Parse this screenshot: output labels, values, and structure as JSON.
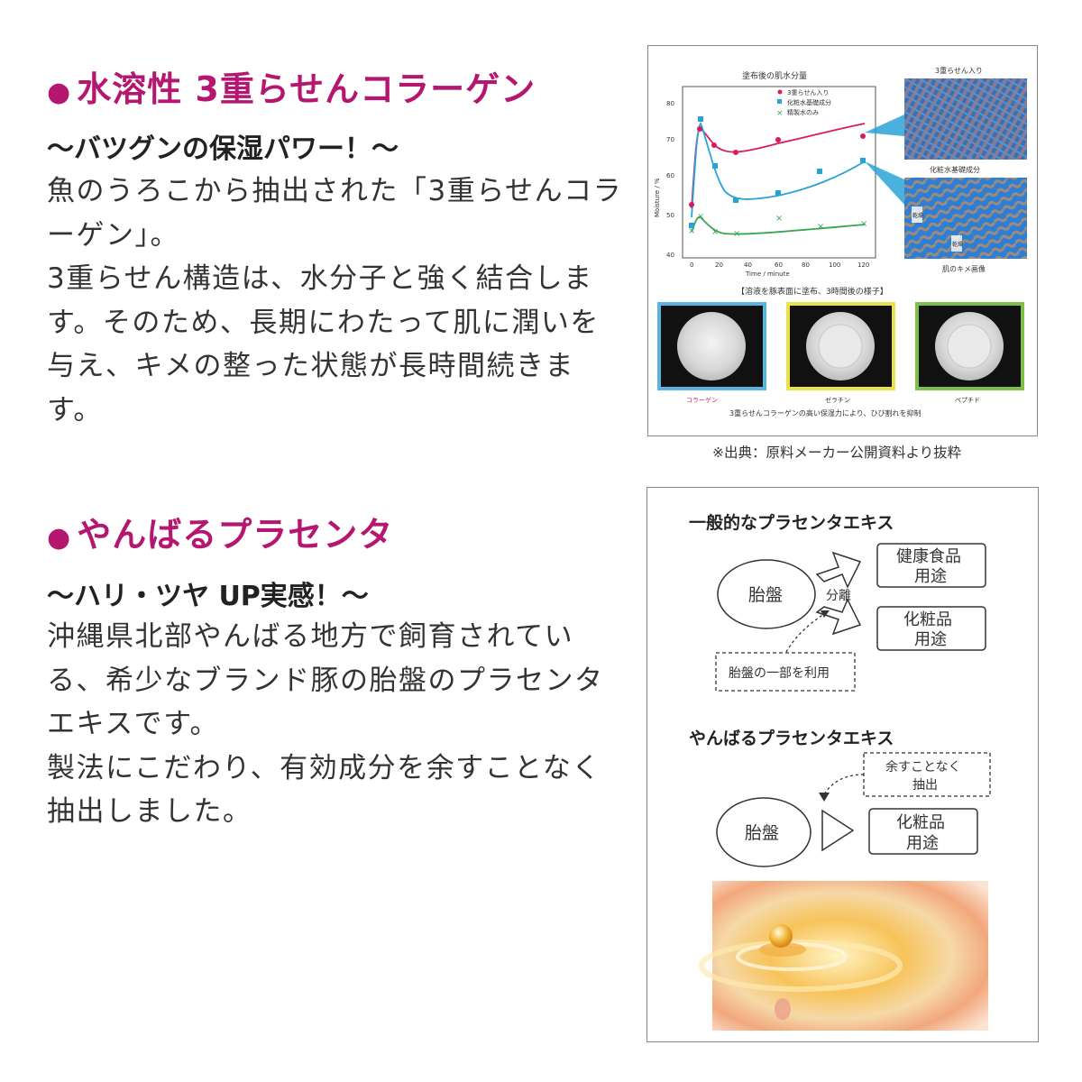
{
  "section1": {
    "heading_bullet": "●",
    "heading": "水溶性 3重らせんコラーゲン",
    "tagline": "～バツグンの保湿パワー！～",
    "paragraphs": [
      "魚のうろこから抽出された「3重らせんコラーゲン」。",
      "3重らせん構造は、水分子と強く結合します。そのため、長期にわたって肌に潤いを与え、キメの整った状態が長時間続きます。"
    ],
    "figure": {
      "graph_title": "塗布後の肌水分量",
      "legend": [
        "3重らせん入り",
        "化粧水基礎成分",
        "精製水のみ"
      ],
      "ylabel": "Moisture / %",
      "xlabel": "Time / minute",
      "yticks": [
        "40",
        "50",
        "60",
        "70",
        "80"
      ],
      "xticks": [
        "0",
        "20",
        "40",
        "60",
        "80",
        "100",
        "120"
      ],
      "img_top_label": "3重らせん入り",
      "img_mid_label": "化粧水基礎成分",
      "img_bottom_label": "肌のキメ画像",
      "img_tag1": "乾燥",
      "img_tag2": "乾燥",
      "bracket_caption": "【溶液を豚表面に塗布、3時間後の様子】",
      "photo_labels": [
        "コラーゲン",
        "ゼラチン",
        "ペプチド"
      ],
      "bottom_caption": "3重らせんコラーゲンの高い保湿力により、ひび割れを抑制",
      "colors": {
        "pink": "#d81b60",
        "blue": "#29a3d6",
        "green": "#3aa655",
        "photo1": "#5ab4e0",
        "photo2": "#e8e34a",
        "photo3": "#7cc04a"
      }
    },
    "source_note": "※出典：原料メーカー公開資料より抜粋"
  },
  "section2": {
    "heading_bullet": "●",
    "heading": "やんばるプラセンタ",
    "tagline": "～ハリ・ツヤ UP実感！～",
    "paragraphs": [
      "沖縄県北部やんばる地方で飼育されている、希少なブランド豚の胎盤のプラセンタエキスです。",
      "製法にこだわり、有効成分を余すことなく抽出しました。"
    ],
    "figure": {
      "title_general": "一般的なプラセンタエキス",
      "placenta": "胎盤",
      "separate": "分離",
      "health_food": [
        "健康食品",
        "用途"
      ],
      "cosmetic": [
        "化粧品",
        "用途"
      ],
      "partial_use": "胎盤の一部を利用",
      "title_yanbaru": "やんばるプラセンタエキス",
      "placenta2": "胎盤",
      "extract_all": [
        "余すことなく",
        "抽出"
      ],
      "cosmetic2": [
        "化粧品",
        "用途"
      ]
    }
  }
}
